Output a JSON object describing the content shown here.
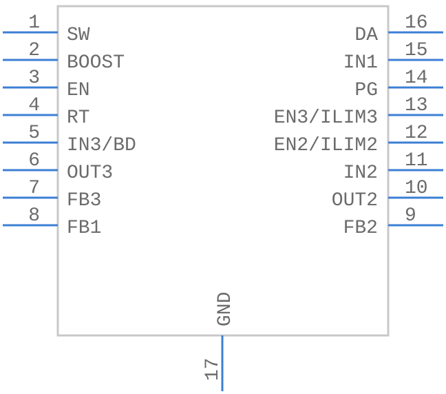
{
  "colors": {
    "body_outline": "#c8c8c8",
    "pin": "#3c7fd4",
    "text": "#6b6b6b"
  },
  "left_pins": [
    {
      "number": "1",
      "name": "SW"
    },
    {
      "number": "2",
      "name": "BOOST"
    },
    {
      "number": "3",
      "name": "EN"
    },
    {
      "number": "4",
      "name": "RT"
    },
    {
      "number": "5",
      "name": "IN3/BD"
    },
    {
      "number": "6",
      "name": "OUT3"
    },
    {
      "number": "7",
      "name": "FB3"
    },
    {
      "number": "8",
      "name": "FB1"
    }
  ],
  "right_pins": [
    {
      "number": "16",
      "name": "DA"
    },
    {
      "number": "15",
      "name": "IN1"
    },
    {
      "number": "14",
      "name": "PG"
    },
    {
      "number": "13",
      "name": "EN3/ILIM3"
    },
    {
      "number": "12",
      "name": "EN2/ILIM2"
    },
    {
      "number": "11",
      "name": "IN2"
    },
    {
      "number": "10",
      "name": "OUT2"
    },
    {
      "number": "9",
      "name": "FB2"
    }
  ],
  "bottom_pins": [
    {
      "number": "17",
      "name": "GND"
    }
  ]
}
